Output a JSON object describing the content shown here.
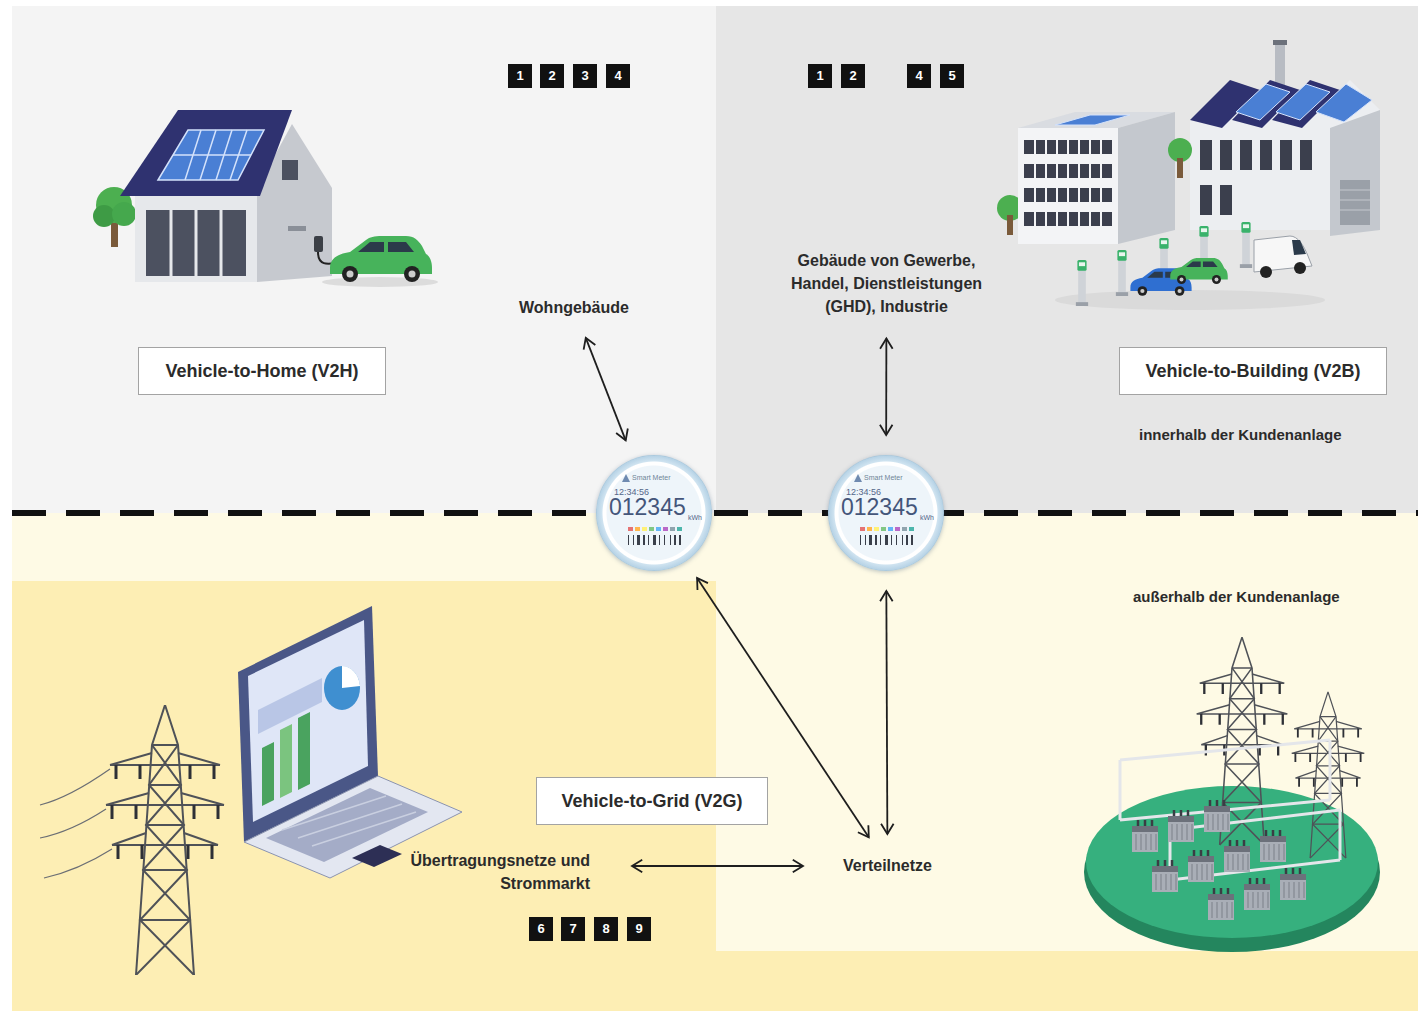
{
  "diagram": {
    "nodes": [
      {
        "text": [
          "Gebäude von Gewerbe, Handel, Dienstleistungen (GHD), Industrie"
        ]
      },
      {
        "text": [
          "Wohngebäude"
        ]
      },
      {
        "text": [
          "Vehicle-to-Home (V2H)"
        ]
      },
      {
        "text": [
          "Vehicle-to-Building (V2B)"
        ]
      },
      {
        "text": [
          "Smart Meter",
          "12:34:56",
          "012345",
          "kWh"
        ]
      },
      {
        "text": [
          "Smart Meter",
          "12:34:56",
          "012345",
          "kWh"
        ]
      },
      {
        "text": [
          "Vehicle-to-Grid (V2G)"
        ]
      },
      {
        "text": [
          "Übertragungsnetze und Strommarkt"
        ]
      },
      {
        "text": [
          "Verteilnetze"
        ]
      }
    ],
    "edges": [
      {
        "from": 1,
        "to": 4,
        "arrow": "both"
      },
      {
        "from": 0,
        "to": 5,
        "arrow": "both"
      },
      {
        "from": 4,
        "to": 8,
        "arrow": "both"
      },
      {
        "from": 5,
        "to": 8,
        "arrow": "both"
      },
      {
        "from": 7,
        "to": 8,
        "arrow": "both"
      }
    ],
    "labels": [
      "1",
      "2",
      "3",
      "4",
      "1",
      "2",
      "4",
      "5",
      "innerhalb der Kundenanlage",
      "außerhalb der Kundenanlage",
      "6",
      "7",
      "8",
      "9"
    ]
  }
}
